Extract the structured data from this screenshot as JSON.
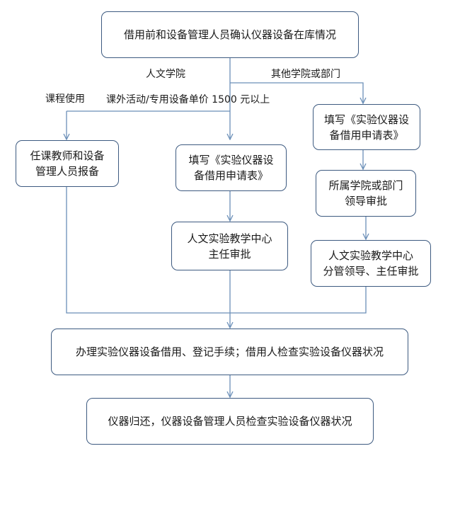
{
  "nodes": {
    "start": "借用前和设备管理人员确认仪器设备在库情况",
    "course_report": "任课教师和设备\n管理人员报备",
    "hum_fill_form": "填写《实验仪器设\n备借用申请表》",
    "hum_director": "人文实验教学中心\n主任审批",
    "other_fill_form": "填写《实验仪器设\n备借用申请表》",
    "dept_leader": "所属学院或部门\n领导审批",
    "center_leader": "人文实验教学中心\n分管领导、主任审批",
    "procedure": "办理实验仪器设备借用、登记手续；借用人检查实验设备仪器状况",
    "return": "仪器归还，仪器设备管理人员检查实验设备仪器状况"
  },
  "labels": {
    "humanities": "人文学院",
    "other": "其他学院或部门",
    "course_use": "课程使用",
    "extra_activity": "课外活动/专用设备单价 1500 元以上"
  },
  "colors": {
    "border": "#3d5a80",
    "line": "#6b8fb8"
  }
}
